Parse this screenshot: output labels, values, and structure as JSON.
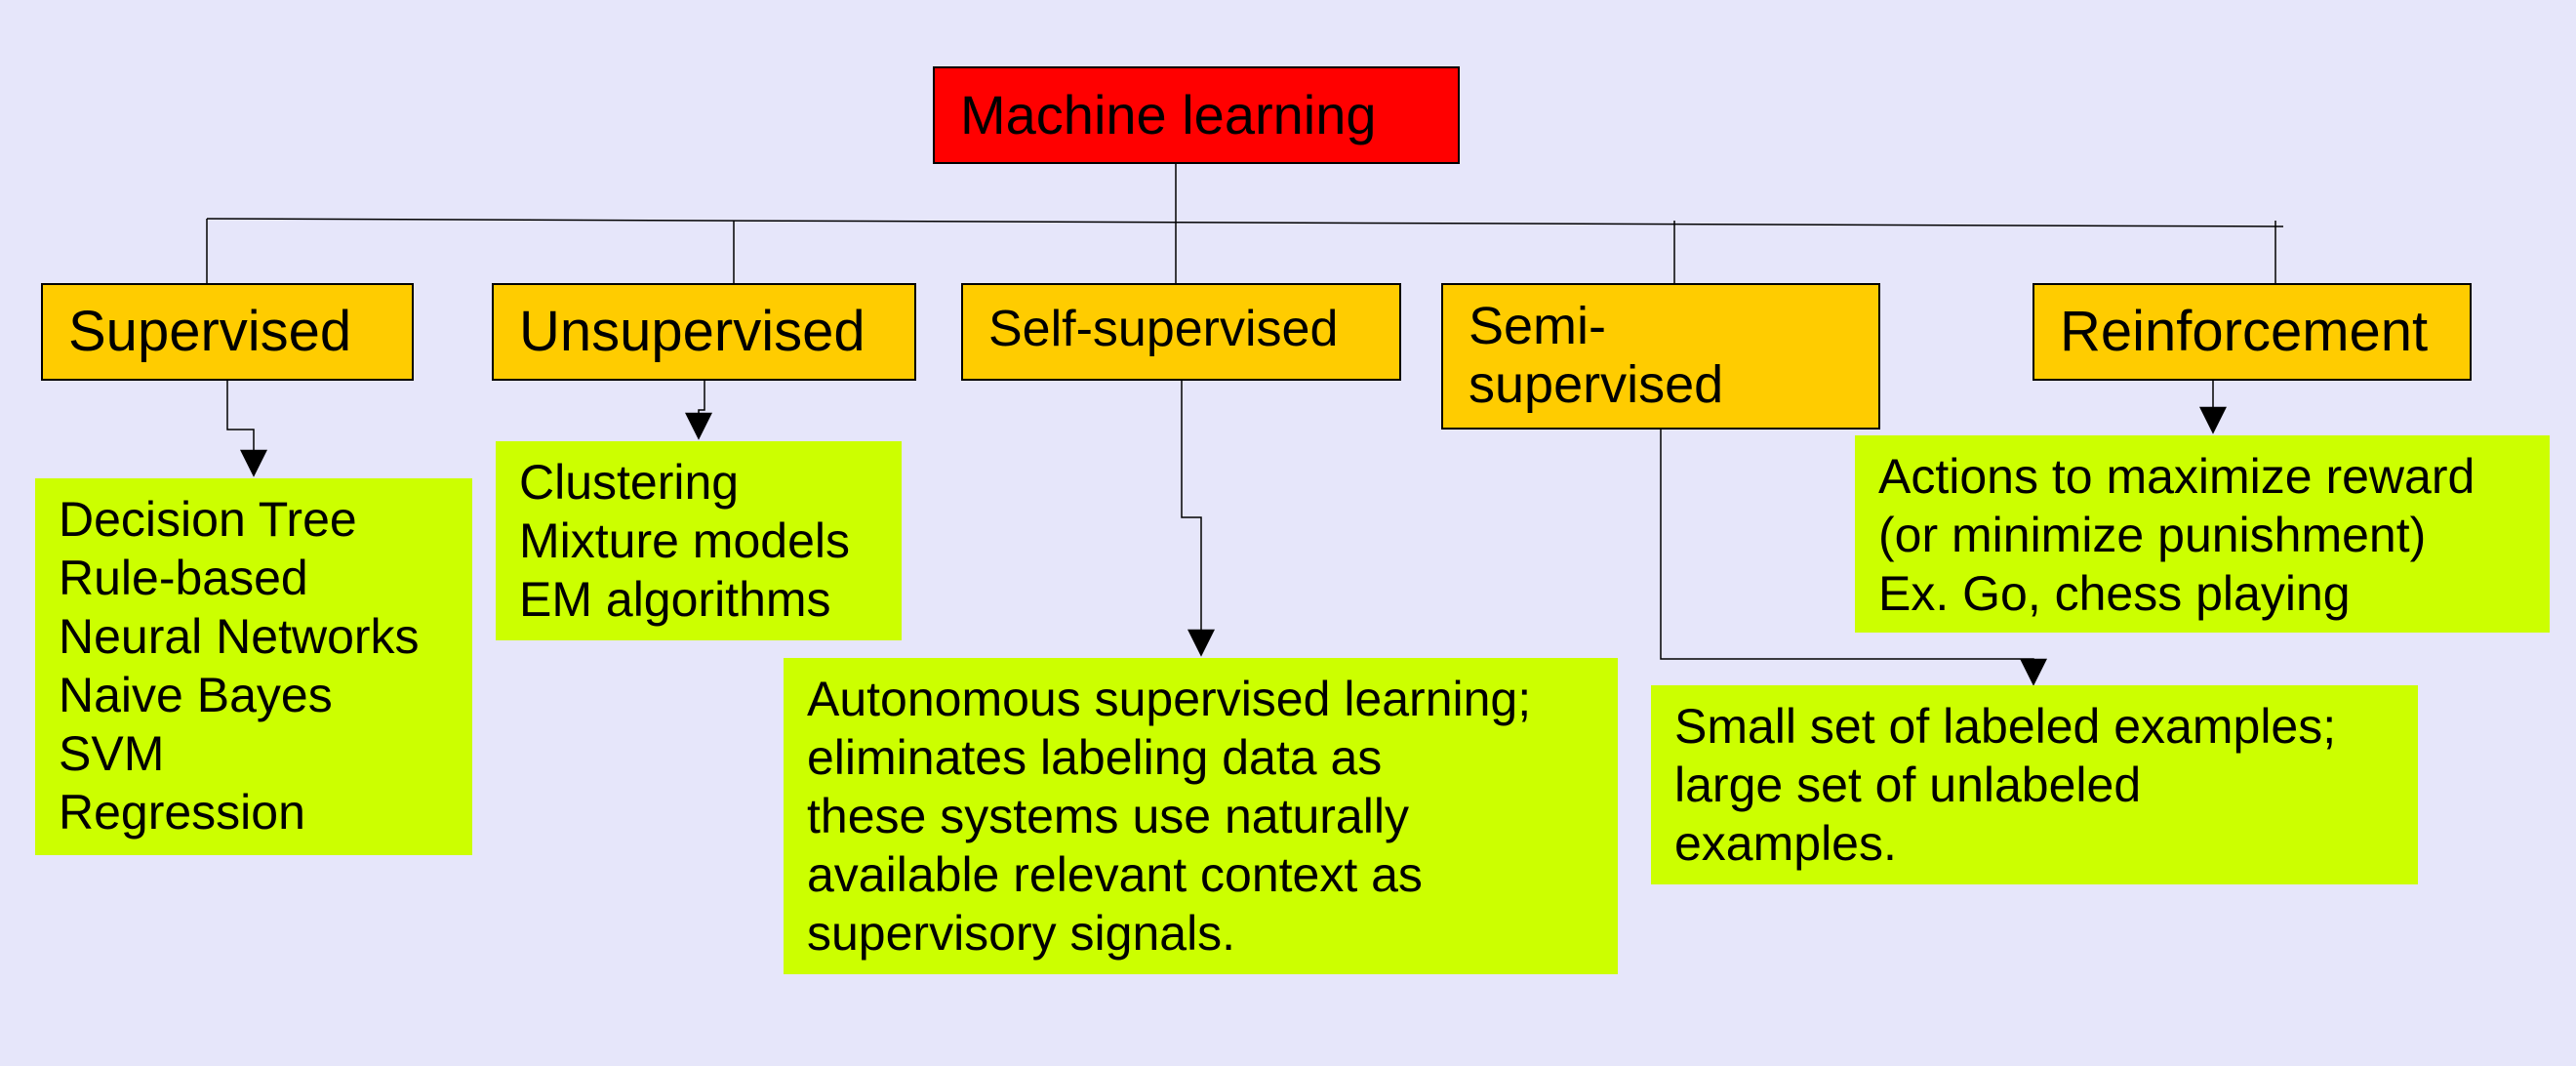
{
  "root": {
    "label": "Machine learning"
  },
  "categories": [
    {
      "label": "Supervised",
      "lines": [
        "Decision Tree",
        "Rule-based",
        "Neural Networks",
        "Naive Bayes",
        "SVM",
        "Regression"
      ]
    },
    {
      "label": "Unsupervised",
      "lines": [
        "Clustering",
        "Mixture models",
        "EM algorithms"
      ]
    },
    {
      "label": "Self-supervised",
      "lines": [
        "Autonomous supervised learning;",
        "eliminates labeling data as",
        "these systems use naturally",
        "available relevant context as",
        "supervisory signals."
      ]
    },
    {
      "label_lines": [
        "Semi-",
        "supervised"
      ],
      "lines": [
        "Small set of labeled examples;",
        "large set of unlabeled",
        "examples."
      ]
    },
    {
      "label": "Reinforcement",
      "lines": [
        "Actions to maximize reward",
        "(or minimize punishment)",
        "Ex. Go, chess playing"
      ]
    }
  ],
  "colors": {
    "background": "#e6e6fa",
    "root_fill": "#ff0000",
    "category_fill": "#ffcc00",
    "leaf_fill": "#ccff00"
  }
}
